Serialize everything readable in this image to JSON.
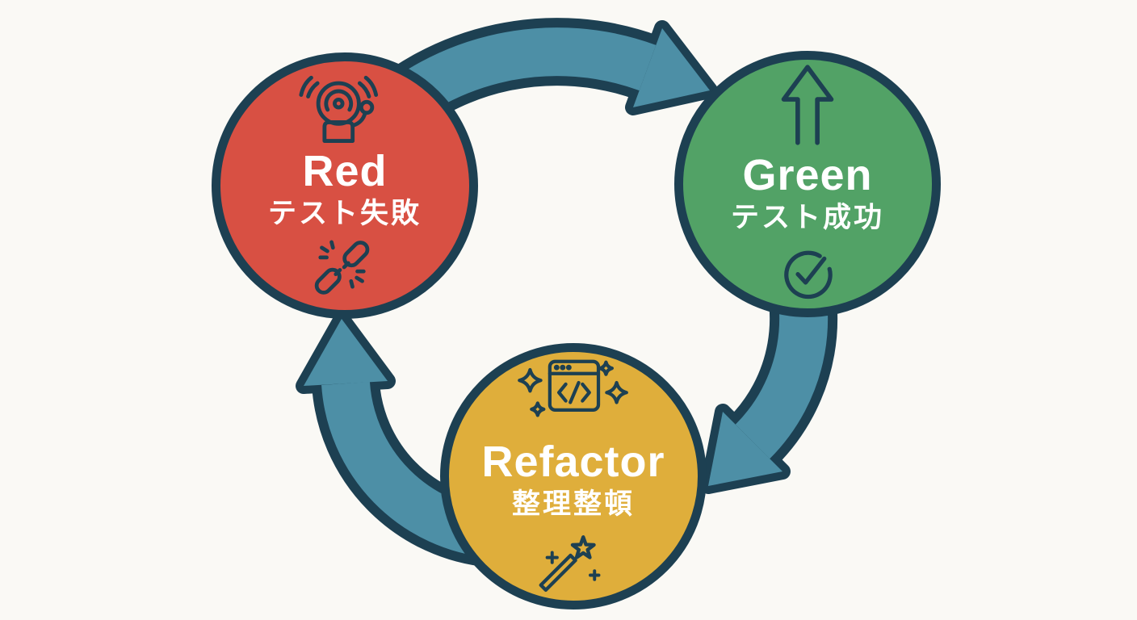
{
  "diagram": {
    "background_color": "#faf9f5",
    "outline_color": "#1d4052",
    "arrow_color": "#4d8fa6",
    "text_color": "#ffffff"
  },
  "nodes": [
    {
      "id": "red",
      "label": "Red",
      "sublabel": "テスト失敗",
      "color": "#d85043",
      "top_icon": "alarm-bell",
      "bottom_icon": "broken-link"
    },
    {
      "id": "green",
      "label": "Green",
      "sublabel": "テスト成功",
      "color": "#52a266",
      "top_icon": "arrow-up",
      "bottom_icon": "check-circle"
    },
    {
      "id": "refactor",
      "label": "Refactor",
      "sublabel": "整理整頓",
      "color": "#dfae3b",
      "top_icon": "code-window-sparkles",
      "bottom_icon": "magic-wand"
    }
  ],
  "arrows": [
    {
      "from": "Red",
      "to": "Green"
    },
    {
      "from": "Green",
      "to": "Refactor"
    },
    {
      "from": "Refactor",
      "to": "Red"
    }
  ]
}
